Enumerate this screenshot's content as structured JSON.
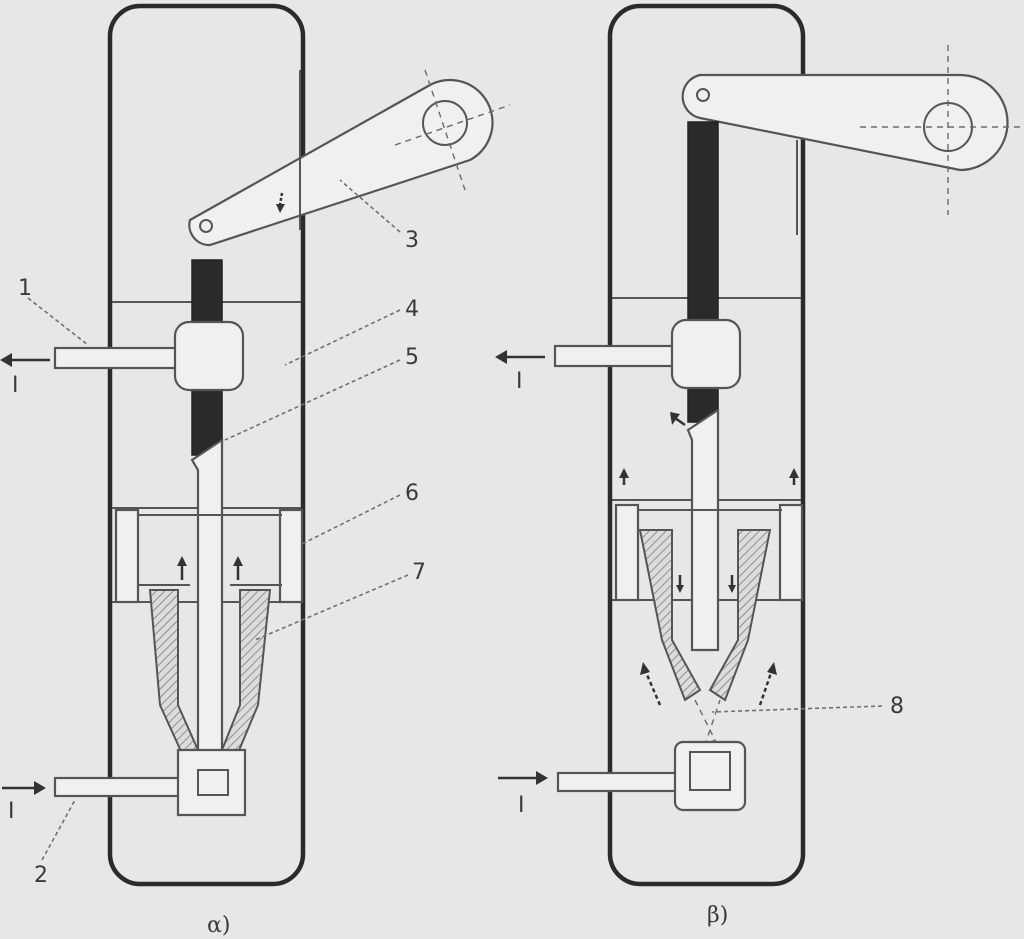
{
  "diagram": {
    "part_numbers": [
      "1",
      "2",
      "3",
      "4",
      "5",
      "6",
      "7",
      "8"
    ],
    "flow_marks": {
      "a_out": "I",
      "a_in": "I",
      "b_out": "I",
      "b_in": "I"
    },
    "captions": {
      "a": "α)",
      "b": "β)"
    }
  }
}
